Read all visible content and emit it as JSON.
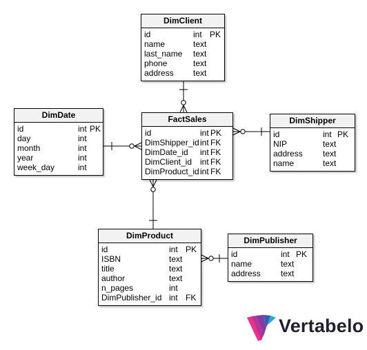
{
  "tables": [
    {
      "key": "client",
      "title": "DimClient",
      "cols": [
        {
          "name": "id",
          "type": "int",
          "key": "PK"
        },
        {
          "name": "name",
          "type": "text",
          "key": ""
        },
        {
          "name": "last_name",
          "type": "text",
          "key": ""
        },
        {
          "name": "phone",
          "type": "text",
          "key": ""
        },
        {
          "name": "address",
          "type": "text",
          "key": ""
        }
      ]
    },
    {
      "key": "date",
      "title": "DimDate",
      "cols": [
        {
          "name": "id",
          "type": "int",
          "key": "PK"
        },
        {
          "name": "day",
          "type": "int",
          "key": ""
        },
        {
          "name": "month",
          "type": "int",
          "key": ""
        },
        {
          "name": "year",
          "type": "int",
          "key": ""
        },
        {
          "name": "week_day",
          "type": "int",
          "key": ""
        }
      ]
    },
    {
      "key": "fact",
      "title": "FactSales",
      "cols": [
        {
          "name": "id",
          "type": "int",
          "key": "PK"
        },
        {
          "name": "DimShipper_id",
          "type": "int",
          "key": "FK"
        },
        {
          "name": "DimDate_id",
          "type": "int",
          "key": "FK"
        },
        {
          "name": "DimClient_id",
          "type": "int",
          "key": "FK"
        },
        {
          "name": "DimProduct_id",
          "type": "int",
          "key": "FK"
        }
      ]
    },
    {
      "key": "shipper",
      "title": "DimShipper",
      "cols": [
        {
          "name": "id",
          "type": "int",
          "key": "PK"
        },
        {
          "name": "NIP",
          "type": "text",
          "key": ""
        },
        {
          "name": "address",
          "type": "text",
          "key": ""
        },
        {
          "name": "name",
          "type": "text",
          "key": ""
        }
      ]
    },
    {
      "key": "product",
      "title": "DimProduct",
      "cols": [
        {
          "name": "id",
          "type": "int",
          "key": "PK"
        },
        {
          "name": "ISBN",
          "type": "text",
          "key": ""
        },
        {
          "name": "title",
          "type": "text",
          "key": ""
        },
        {
          "name": "author",
          "type": "text",
          "key": ""
        },
        {
          "name": "n_pages",
          "type": "int",
          "key": ""
        },
        {
          "name": "DimPublisher_id",
          "type": "int",
          "key": "FK"
        }
      ]
    },
    {
      "key": "publisher",
      "title": "DimPublisher",
      "cols": [
        {
          "name": "id",
          "type": "int",
          "key": "PK"
        },
        {
          "name": "name",
          "type": "text",
          "key": ""
        },
        {
          "name": "address",
          "type": "text",
          "key": ""
        }
      ]
    }
  ],
  "relations": [
    {
      "from": "client",
      "to": "fact"
    },
    {
      "from": "date",
      "to": "fact"
    },
    {
      "from": "shipper",
      "to": "fact"
    },
    {
      "from": "product",
      "to": "fact"
    },
    {
      "from": "publisher",
      "to": "product"
    }
  ],
  "logo": {
    "text": "Vertabelo",
    "icon": "vertabelo-logo-icon",
    "colors": [
      "#e8308c",
      "#7b3fa0",
      "#3b5bb5",
      "#2aa6d8"
    ]
  }
}
